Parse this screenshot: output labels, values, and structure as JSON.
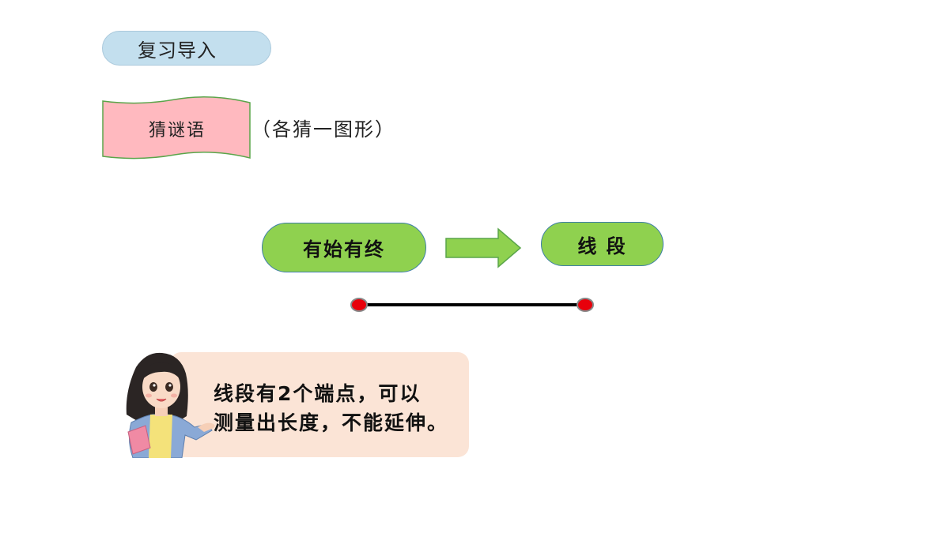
{
  "section_title": "复习导入",
  "banner": {
    "label": "猜谜语"
  },
  "hint": "（各猜一图形）",
  "riddle": {
    "clue": "有始有终",
    "answer": "线 段"
  },
  "explanation": {
    "line1": "线段有2个端点，可以",
    "line2": "测量出长度，不能延伸。"
  },
  "colors": {
    "title_bg": "#c3dfee",
    "banner_bg": "#ffb9bf",
    "pill_green": "#8fd14f",
    "endpoint_red": "#e8000b",
    "bubble_bg": "#fbe4d6"
  }
}
